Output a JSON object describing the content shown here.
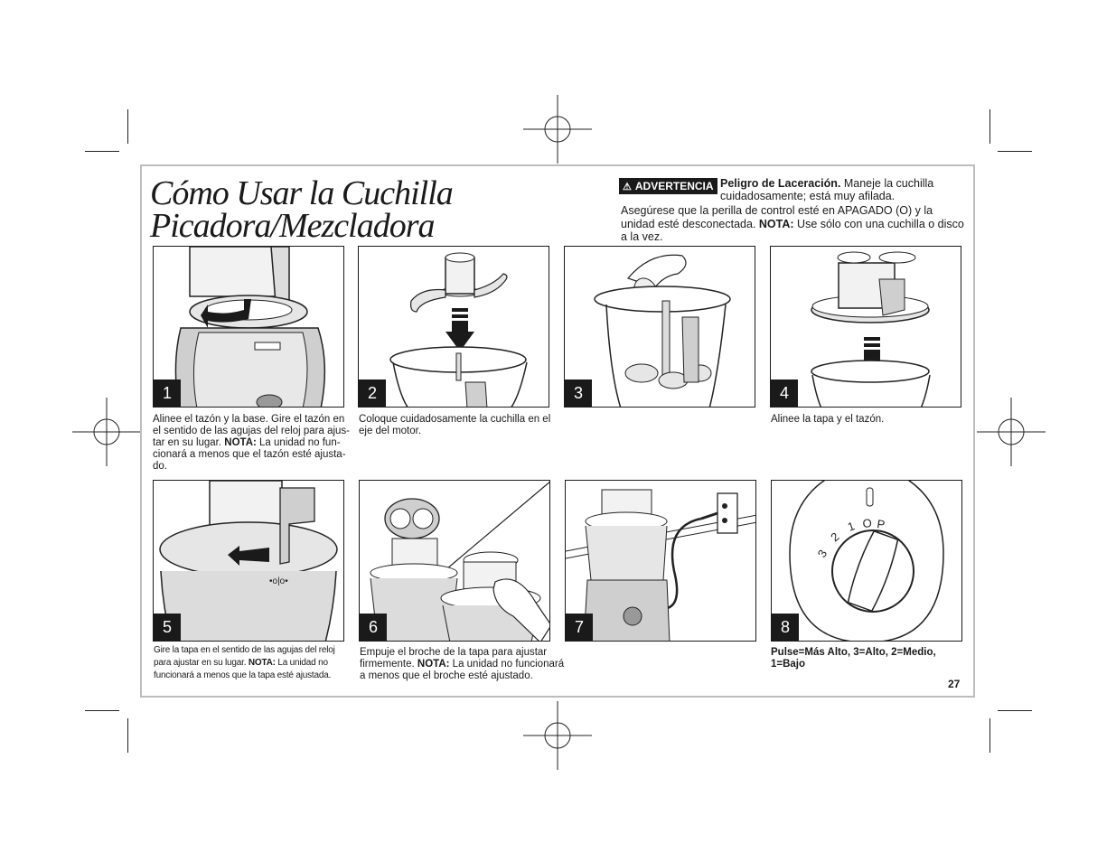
{
  "title": {
    "line1": "Cómo Usar la Cuchilla",
    "line2": "Picadora/Mezcladora"
  },
  "warning": {
    "badge": "ADVERTENCIA",
    "heading": "Peligro de Laceración.",
    "text": " Maneje la cuchilla cuidadosamente; está muy afilada.",
    "note_pre": "Asegúrese que la perilla de control esté en APAGADO (O) y la unidad esté desconectada. ",
    "note_label": "NOTA:",
    "note_post": " Use sólo con una cuchilla o disco a la vez."
  },
  "steps": [
    {
      "num": "1",
      "text_pre": "Alinee el tazón y la base. Gire el tazón en el sentido de las agujas del reloj para ajus- tar en su lugar. ",
      "label": "NOTA:",
      "text_post": " La unidad no fun- cionará a menos que el tazón esté ajusta- do."
    },
    {
      "num": "2",
      "text_pre": "Coloque cuidadosamente la cuchilla en el eje del motor.",
      "label": "",
      "text_post": ""
    },
    {
      "num": "3",
      "text_pre": "",
      "label": "",
      "text_post": ""
    },
    {
      "num": "4",
      "text_pre": "Alinee la tapa y el tazón.",
      "label": "",
      "text_post": ""
    },
    {
      "num": "5",
      "text_pre": "Gire la tapa en el sentido de las agujas del reloj para ajustar en su lugar. ",
      "label": "NOTA:",
      "text_post": " La unidad no funcionará a menos que la tapa esté ajustada."
    },
    {
      "num": "6",
      "text_pre": "Empuje el broche de la tapa para ajustar firmemente. ",
      "label": "NOTA:",
      "text_post": " La unidad no funcionará a menos que el broche esté ajustado."
    },
    {
      "num": "7",
      "text_pre": "",
      "label": "",
      "text_post": ""
    },
    {
      "num": "8",
      "text_pre": "Pulse=Más Alto, 3=Alto, 2=Medio, 1=Bajo",
      "label": "",
      "text_post": ""
    }
  ],
  "dial": {
    "labels": [
      "3",
      "2",
      "1",
      "O",
      "P"
    ]
  },
  "page_number": "27"
}
